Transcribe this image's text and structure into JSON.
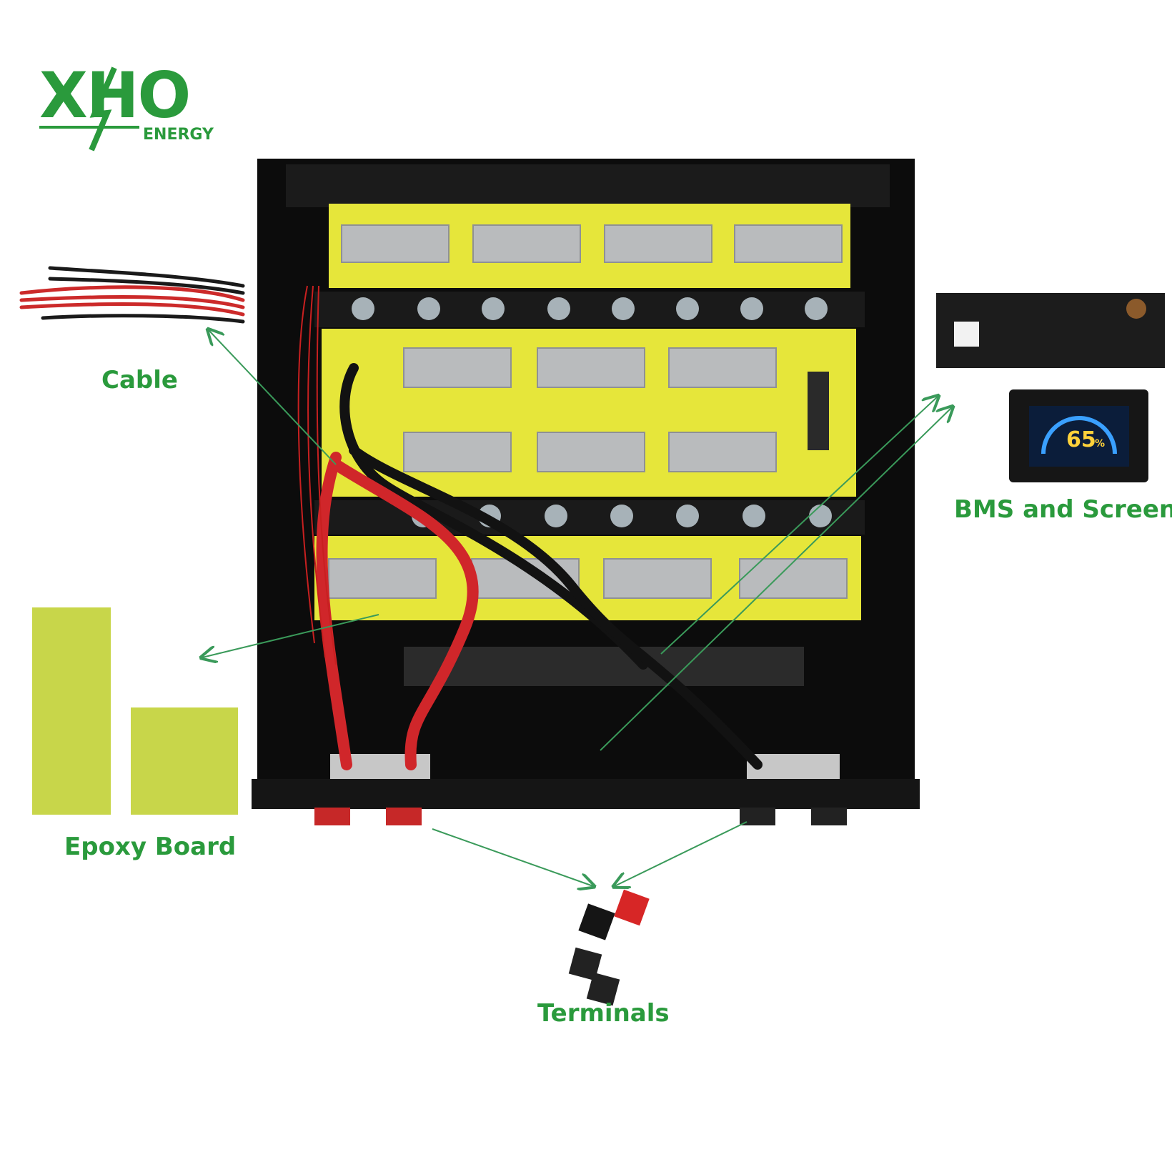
{
  "brand": {
    "name": "XHO",
    "sub": "ENERGY",
    "color": "#2a9a3c"
  },
  "labels": {
    "cable": "Cable",
    "bms": "BMS and Screen",
    "epoxy": "Epoxy Board",
    "terminals": "Terminals"
  },
  "screen": {
    "soc": "65",
    "unit": "%"
  },
  "colors": {
    "label": "#2a9a3c",
    "arrow": "#3a9a5a",
    "cell_panel": "#e6e63a",
    "busbar": "#b9bbbd",
    "case": "#111111",
    "red_cable": "#d0262a",
    "epoxy": "#c8d64a"
  }
}
